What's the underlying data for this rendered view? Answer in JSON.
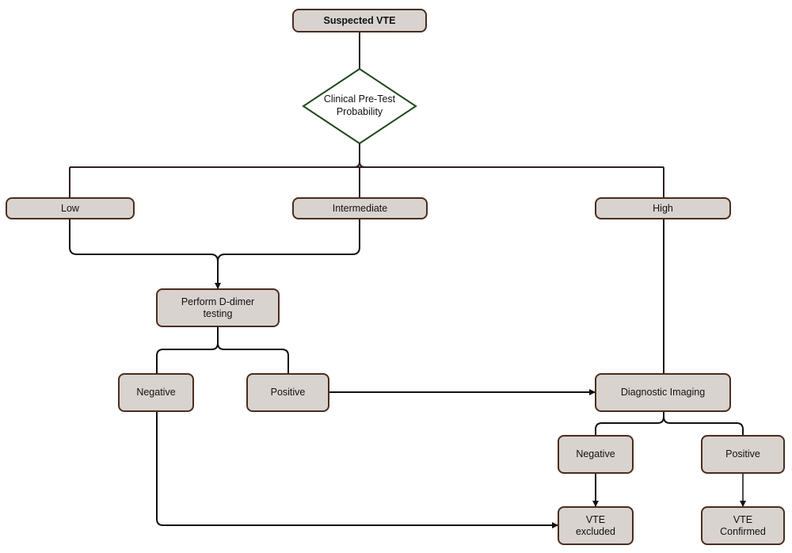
{
  "nodes": {
    "suspected_vte": "Suspected VTE",
    "pretest": "Clinical Pre-Test\nProbability",
    "low": "Low",
    "intermediate": "Intermediate",
    "high": "High",
    "ddimer": "Perform D-dimer\ntesting",
    "dd_negative": "Negative",
    "dd_positive": "Positive",
    "imaging": "Diagnostic Imaging",
    "img_negative": "Negative",
    "img_positive": "Positive",
    "vte_excluded": "VTE\nexcluded",
    "vte_confirmed": "VTE\nConfirmed"
  },
  "colors": {
    "box_fill": "#d9d3d0",
    "box_border": "#4a2e1e",
    "diamond_border": "#1f4a1f",
    "connector": "#2e1f2a",
    "arrow": "#111111"
  }
}
